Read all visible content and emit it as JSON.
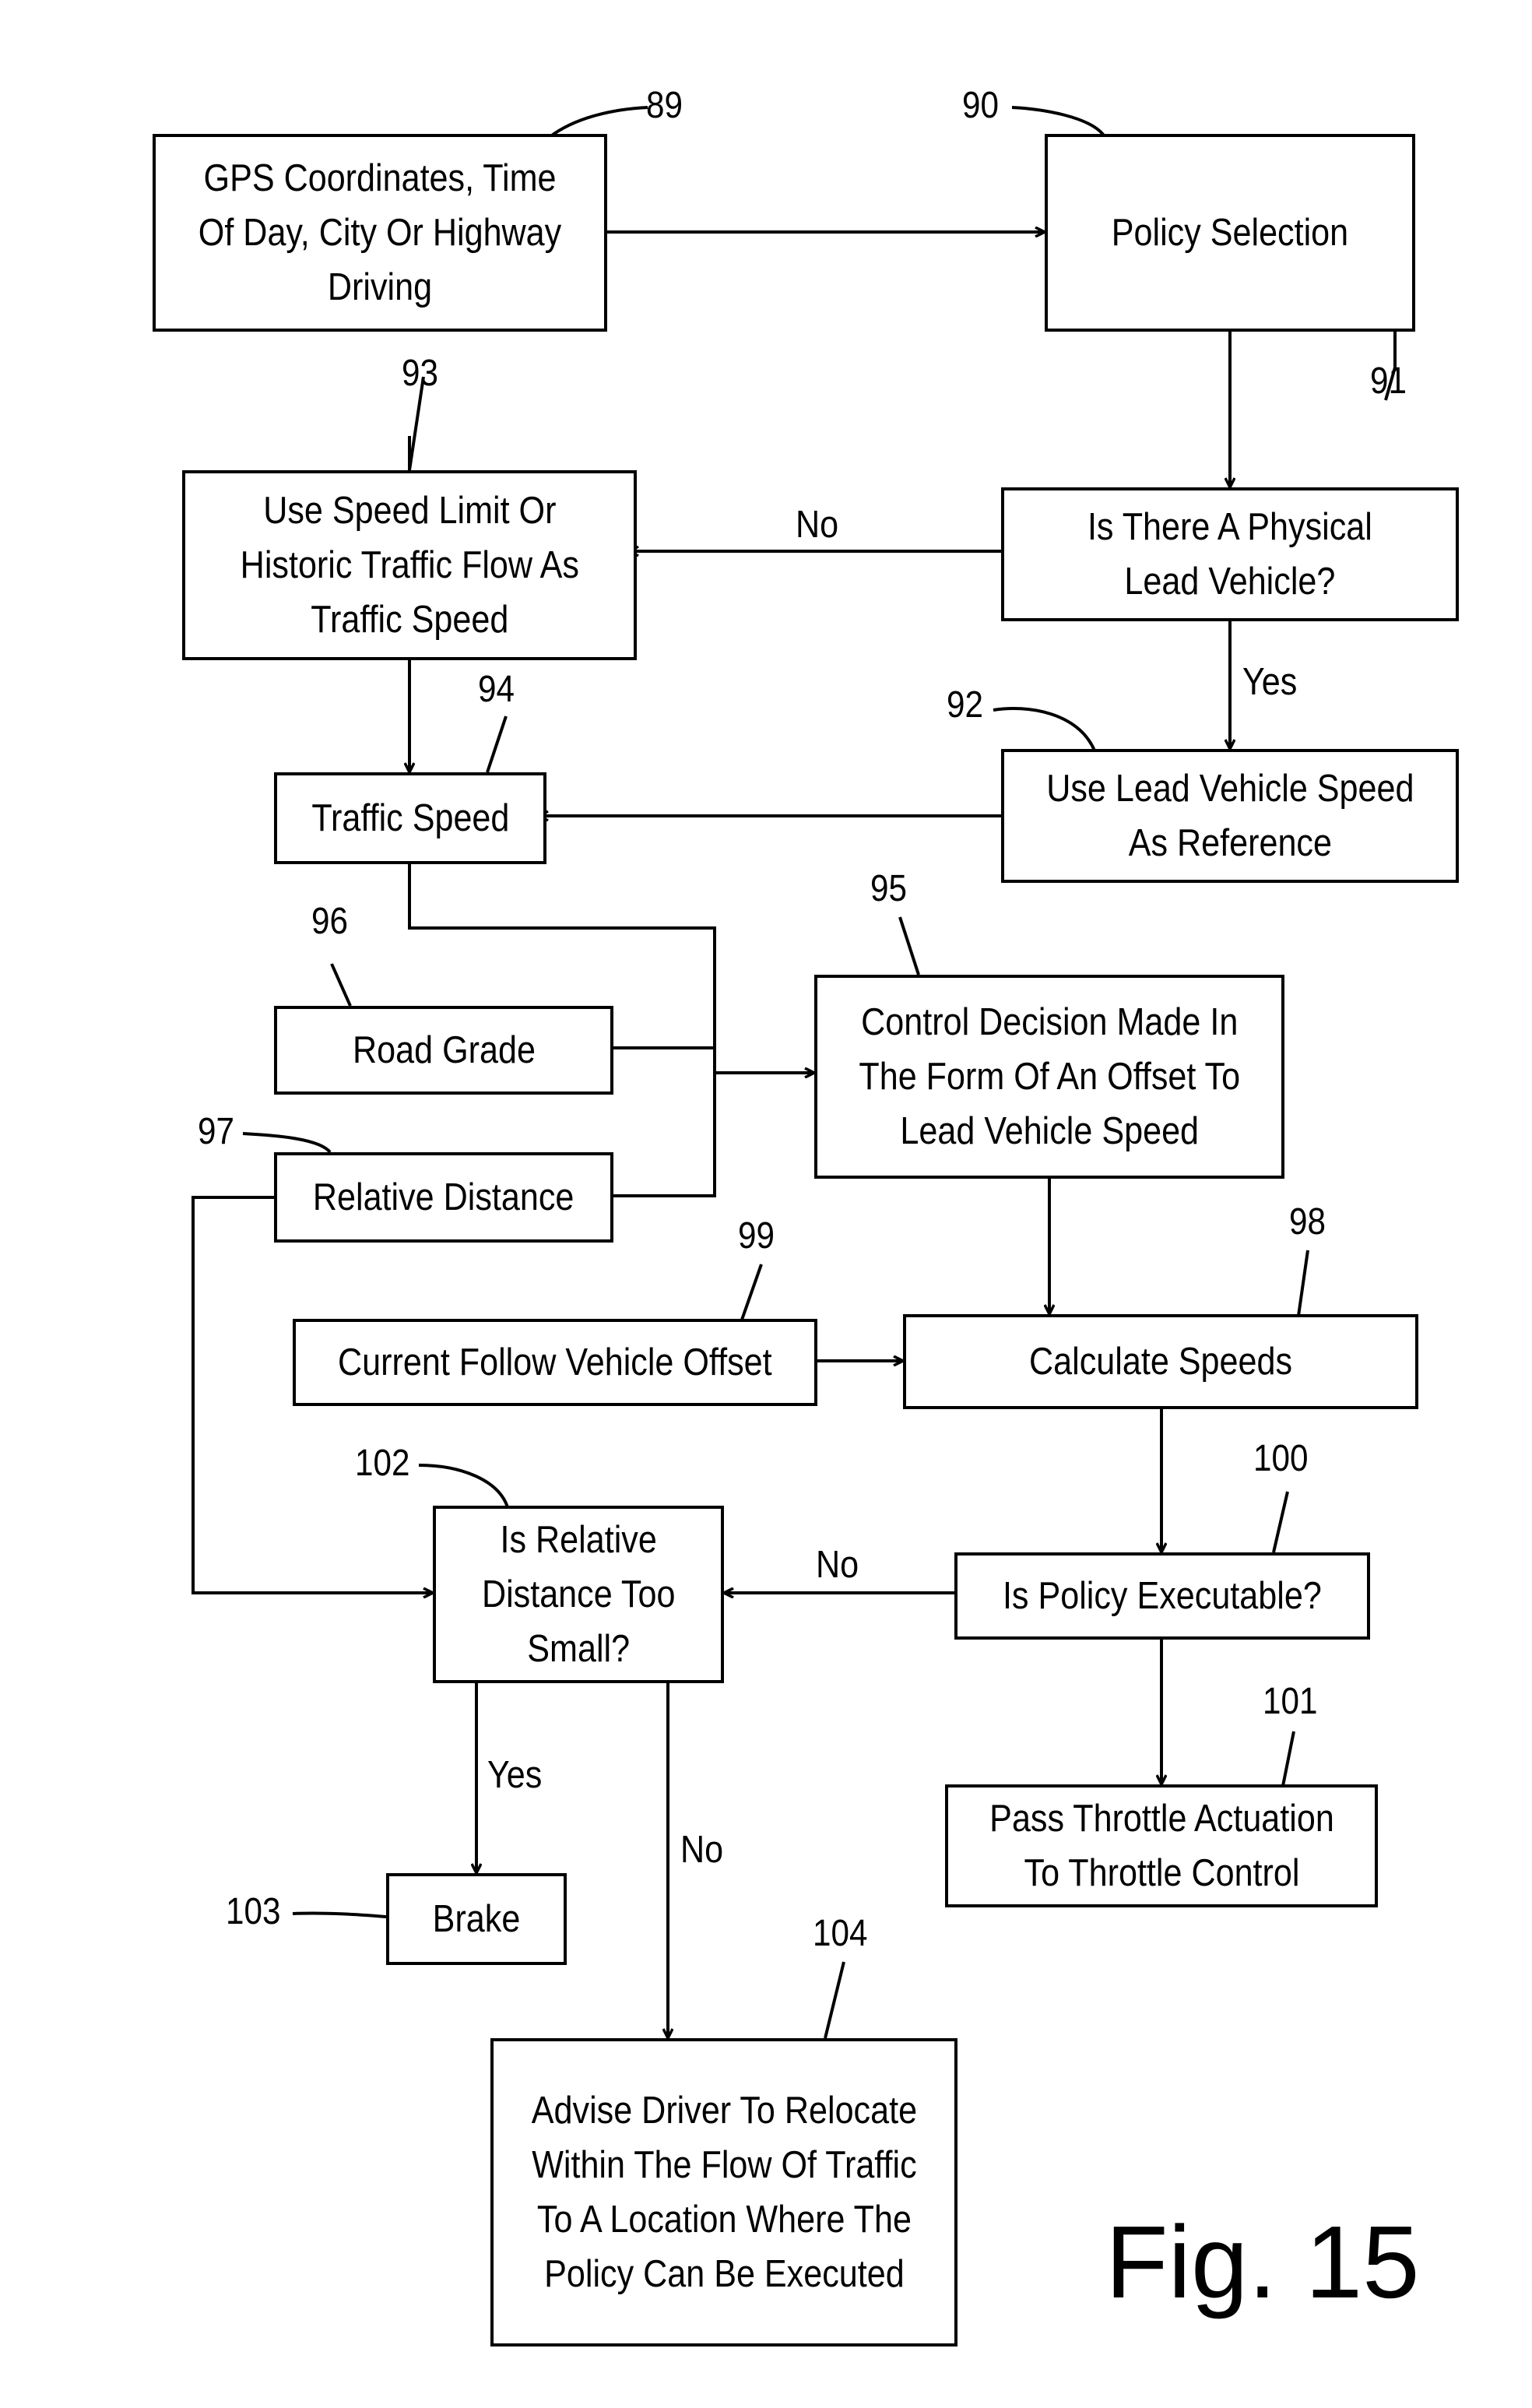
{
  "figure_label": "Fig. 15",
  "nodes": {
    "gps": {
      "ref": "89",
      "text": "GPS Coordinates, Time\nOf Day, City Or Highway\nDriving"
    },
    "policy": {
      "ref": "90",
      "text": "Policy Selection"
    },
    "lead": {
      "ref": "91",
      "text": "Is There A Physical\nLead Vehicle?"
    },
    "use_lead": {
      "ref": "92",
      "text": "Use Lead Vehicle Speed\nAs Reference"
    },
    "use_limit": {
      "ref": "93",
      "text": "Use Speed Limit Or\nHistoric Traffic Flow As\nTraffic Speed"
    },
    "traffic": {
      "ref": "94",
      "text": "Traffic Speed"
    },
    "control": {
      "ref": "95",
      "text": "Control Decision Made In\nThe Form Of An Offset To\nLead Vehicle Speed"
    },
    "grade": {
      "ref": "96",
      "text": "Road Grade"
    },
    "reldist": {
      "ref": "97",
      "text": "Relative Distance"
    },
    "calc": {
      "ref": "98",
      "text": "Calculate Speeds"
    },
    "follow": {
      "ref": "99",
      "text": "Current Follow Vehicle Offset"
    },
    "exec": {
      "ref": "100",
      "text": "Is Policy Executable?"
    },
    "pass": {
      "ref": "101",
      "text": "Pass Throttle Actuation\nTo Throttle Control"
    },
    "small": {
      "ref": "102",
      "text": "Is Relative\nDistance Too\nSmall?"
    },
    "brake": {
      "ref": "103",
      "text": "Brake"
    },
    "advise": {
      "ref": "104",
      "text": "Advise Driver To Relocate\nWithin The Flow Of Traffic\nTo A Location Where The\nPolicy Can Be Executed"
    }
  },
  "edge_labels": {
    "lead_no": "No",
    "lead_yes": "Yes",
    "exec_no": "No",
    "small_yes": "Yes",
    "small_no": "No"
  }
}
